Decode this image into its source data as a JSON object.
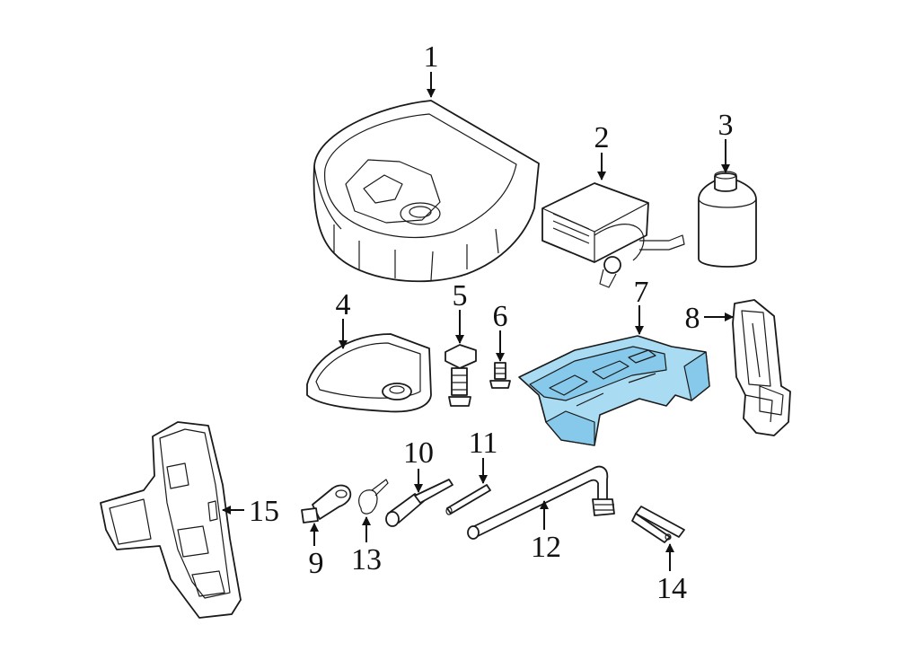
{
  "callouts": [
    {
      "id": "1",
      "label": "1"
    },
    {
      "id": "2",
      "label": "2"
    },
    {
      "id": "3",
      "label": "3"
    },
    {
      "id": "4",
      "label": "4"
    },
    {
      "id": "5",
      "label": "5"
    },
    {
      "id": "6",
      "label": "6"
    },
    {
      "id": "7",
      "label": "7",
      "highlighted": true
    },
    {
      "id": "8",
      "label": "8"
    },
    {
      "id": "9",
      "label": "9"
    },
    {
      "id": "10",
      "label": "10"
    },
    {
      "id": "11",
      "label": "11"
    },
    {
      "id": "12",
      "label": "12"
    },
    {
      "id": "13",
      "label": "13"
    },
    {
      "id": "14",
      "label": "14"
    },
    {
      "id": "15",
      "label": "15"
    }
  ],
  "colors": {
    "line": "#111111",
    "highlight_fill": "#a9dcf3",
    "highlight_shade": "#86c9ea",
    "background": "#ffffff"
  }
}
